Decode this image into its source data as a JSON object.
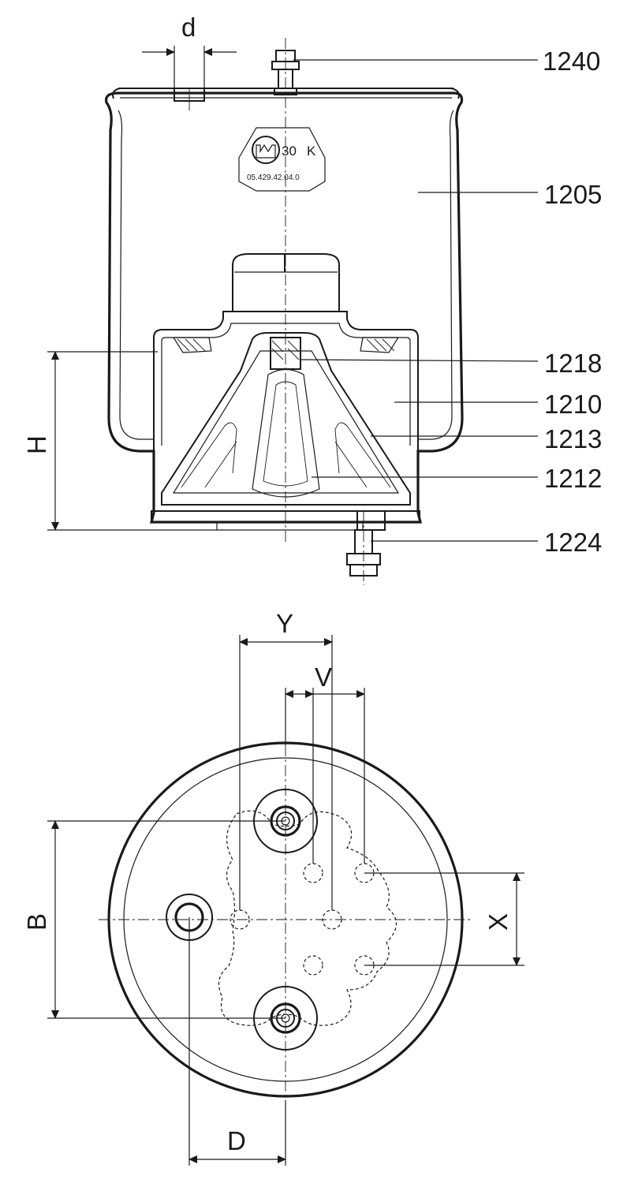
{
  "dimensions": {
    "d": "d",
    "H": "H",
    "Y": "Y",
    "V": "V",
    "B": "B",
    "X": "X",
    "D": "D"
  },
  "part_numbers": [
    "1240",
    "1205",
    "1218",
    "1210",
    "1213",
    "1212",
    "1224"
  ],
  "marking": {
    "rating": "30",
    "suffix": "K",
    "code": "05.429.42.04.0"
  },
  "colors": {
    "body_fill": "#6ccdf5",
    "line": "#1a1a1a"
  }
}
